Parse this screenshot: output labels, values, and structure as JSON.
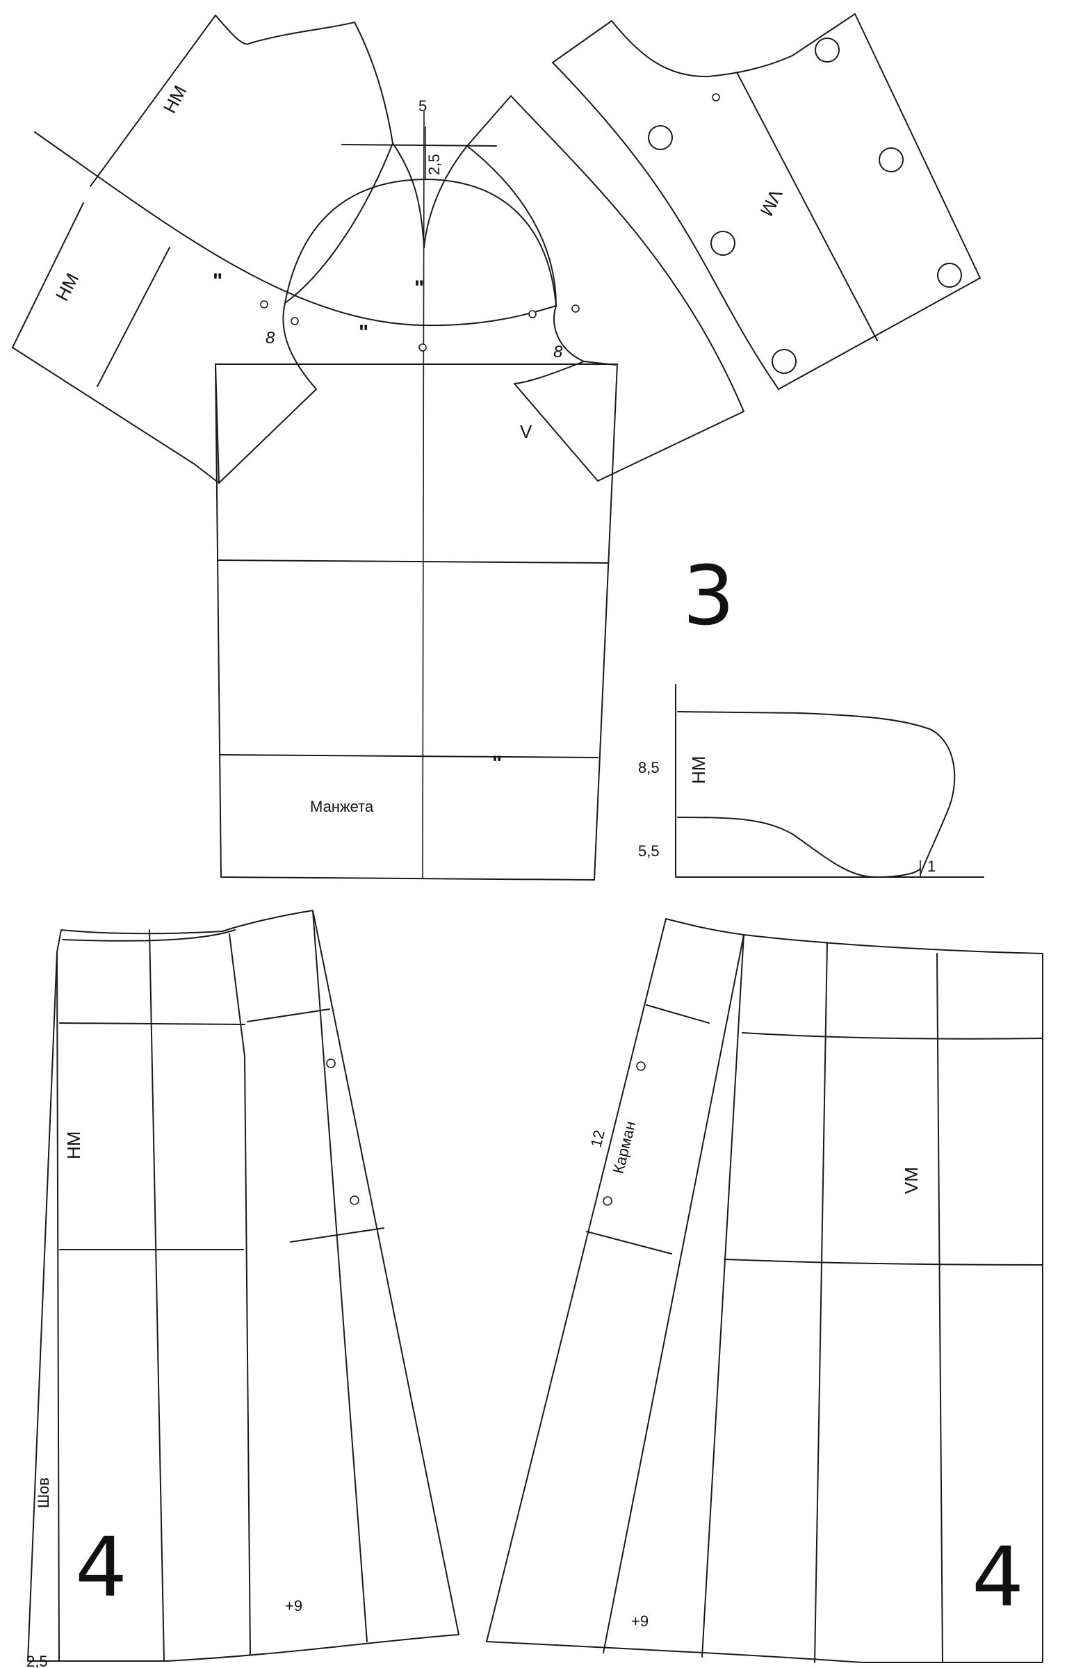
{
  "figure_3": {
    "number": "3",
    "sleeve": {
      "labels": {
        "back_panel_top": "HM",
        "back_panel_left": "HM",
        "front_panel": "VM",
        "front_sleeve_mark": "V",
        "cuff": "Манжета"
      },
      "measurements": {
        "top_extension": "5",
        "cap_rise": "2,5",
        "left_underarm": "8",
        "right_underarm": "8"
      },
      "marks": {
        "notch": "\""
      }
    },
    "collar": {
      "label": "HM",
      "measurements": {
        "collar_height": "8,5",
        "stand_height": "5,5",
        "corner_offset": "1"
      }
    }
  },
  "figure_4_back": {
    "number": "4",
    "labels": {
      "panel": "HM",
      "seam": "Шов"
    },
    "measurements": {
      "hem_extension": "+9",
      "seam_allowance": "2,5"
    }
  },
  "figure_4_front": {
    "number": "4",
    "labels": {
      "panel": "VM",
      "pocket": "Карман"
    },
    "measurements": {
      "pocket_depth": "12",
      "hem_extension": "+9"
    }
  },
  "colors": {
    "line": "#1a1a1a",
    "background": "#ffffff"
  }
}
